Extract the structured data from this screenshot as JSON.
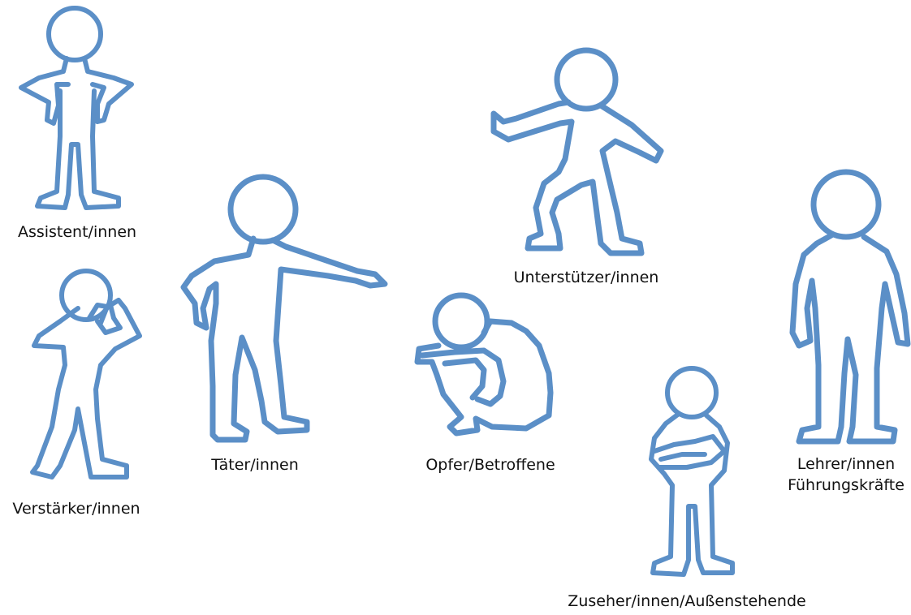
{
  "style": {
    "figure_color": "#5b8fc7",
    "label_color": "#111111",
    "background": "#ffffff"
  },
  "roles": [
    {
      "id": "assistent",
      "label": "Assistent/innen",
      "pose": "hands-on-hips"
    },
    {
      "id": "verstaerker",
      "label": "Verstärker/innen",
      "pose": "cheering-hands-to-mouth"
    },
    {
      "id": "taeter",
      "label": "Täter/innen",
      "pose": "pointing"
    },
    {
      "id": "opfer",
      "label": "Opfer/Betroffene",
      "pose": "crouching"
    },
    {
      "id": "unterstuetzer",
      "label": "Unterstützer/innen",
      "pose": "reaching-out"
    },
    {
      "id": "zuseher",
      "label": "Zuseher/innen/Außenstehende",
      "pose": "arms-crossed"
    },
    {
      "id": "lehrer",
      "label": [
        "Lehrer/innen",
        "Führungskräfte"
      ],
      "pose": "standing"
    }
  ]
}
